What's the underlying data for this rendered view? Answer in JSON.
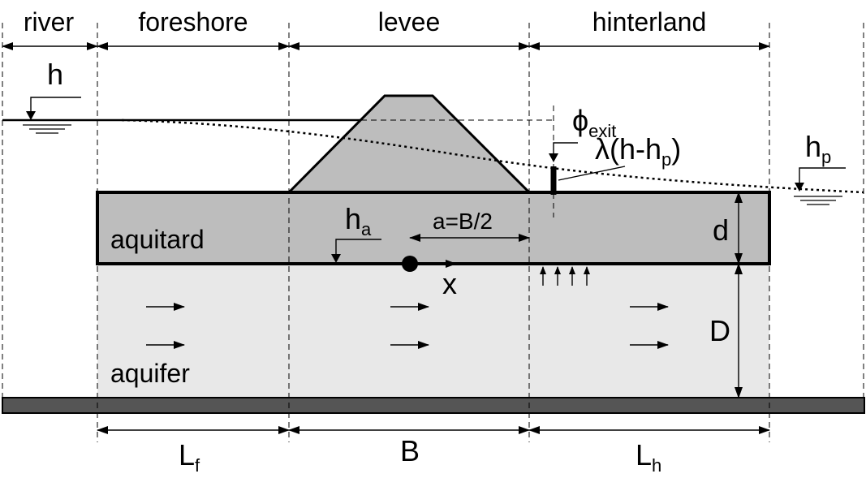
{
  "zones": {
    "river": "river",
    "foreshore": "foreshore",
    "levee": "levee",
    "hinterland": "hinterland"
  },
  "layers": {
    "aquitard": "aquitard",
    "aquifer": "aquifer"
  },
  "symbols": {
    "h": "h",
    "h_p_main": "h",
    "h_p_sub": "p",
    "phi_main": "ϕ",
    "phi_sub": "exit",
    "lambda_prefix": "λ(h-h",
    "lambda_sub": "p",
    "lambda_suffix": ")",
    "h_a_main": "h",
    "h_a_sub": "a",
    "a_eq": "a=B/2",
    "d": "d",
    "D": "D",
    "x": "x",
    "L_f_main": "L",
    "L_f_sub": "f",
    "B": "B",
    "L_h_main": "L",
    "L_h_sub": "h"
  },
  "colors": {
    "aquitard_fill": "#bdbdbd",
    "levee_fill": "#bdbdbd",
    "aquifer_fill": "#e8e8e8",
    "base_fill": "#555555",
    "line": "#000000"
  }
}
